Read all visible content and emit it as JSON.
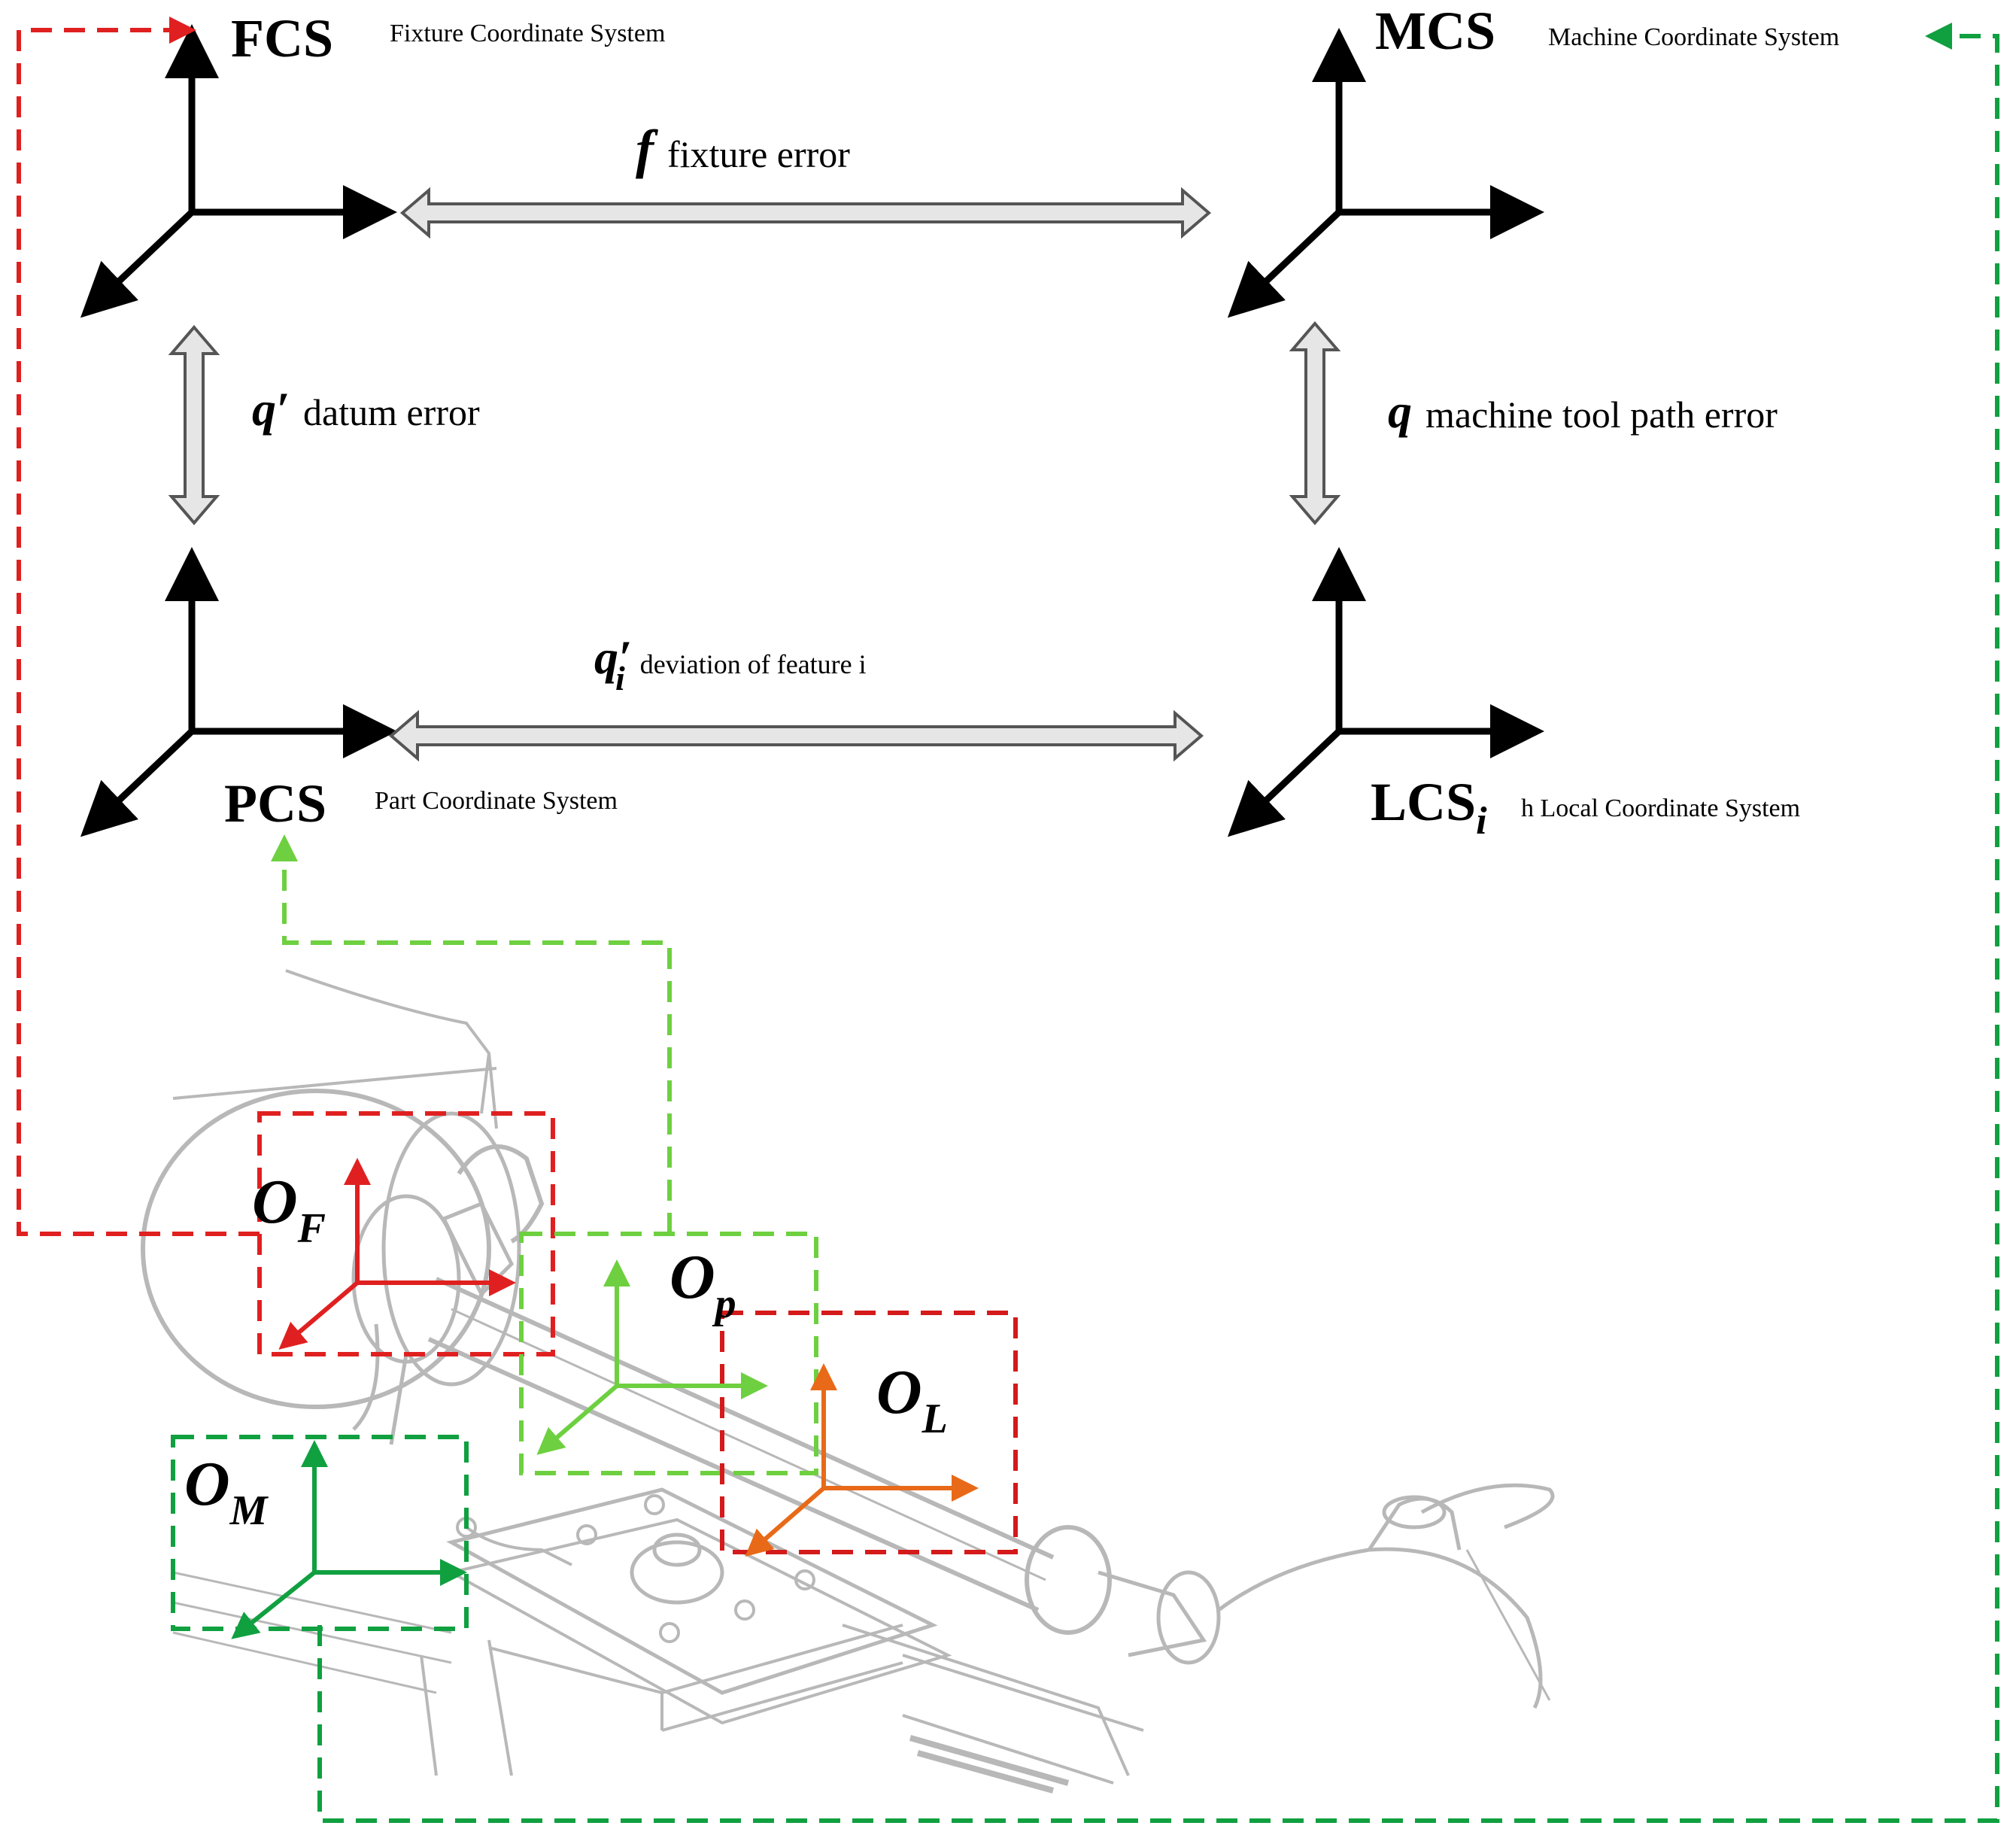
{
  "frames": {
    "fcs": {
      "label": "FCS",
      "description": "Fixture Coordinate System"
    },
    "mcs": {
      "label": "MCS",
      "description": "Machine Coordinate System"
    },
    "pcs": {
      "label": "PCS",
      "description": "Part Coordinate System"
    },
    "lcs": {
      "label": "LCS",
      "subscript": "i",
      "description": "h Local Coordinate System"
    }
  },
  "errors": {
    "fixture": {
      "symbol": "f",
      "text": "fixture error"
    },
    "datum": {
      "symbol": "q′",
      "text": "datum error"
    },
    "machine_tool": {
      "symbol": "q",
      "text": "machine tool path error"
    },
    "feature": {
      "symbol": "q′",
      "subscript": "i",
      "text": "deviation of feature i"
    }
  },
  "origins": {
    "of": {
      "symbol": "O",
      "subscript": "F"
    },
    "op": {
      "symbol": "O",
      "subscript": "p"
    },
    "ol": {
      "symbol": "O",
      "subscript": "L"
    },
    "om": {
      "symbol": "O",
      "subscript": "M"
    }
  },
  "colors": {
    "red": "#e02020",
    "light_green": "#6ed040",
    "dark_green": "#10a040",
    "orange": "#e86a18",
    "axes": "#000000",
    "machine_sketch": "#b8b8b8"
  }
}
